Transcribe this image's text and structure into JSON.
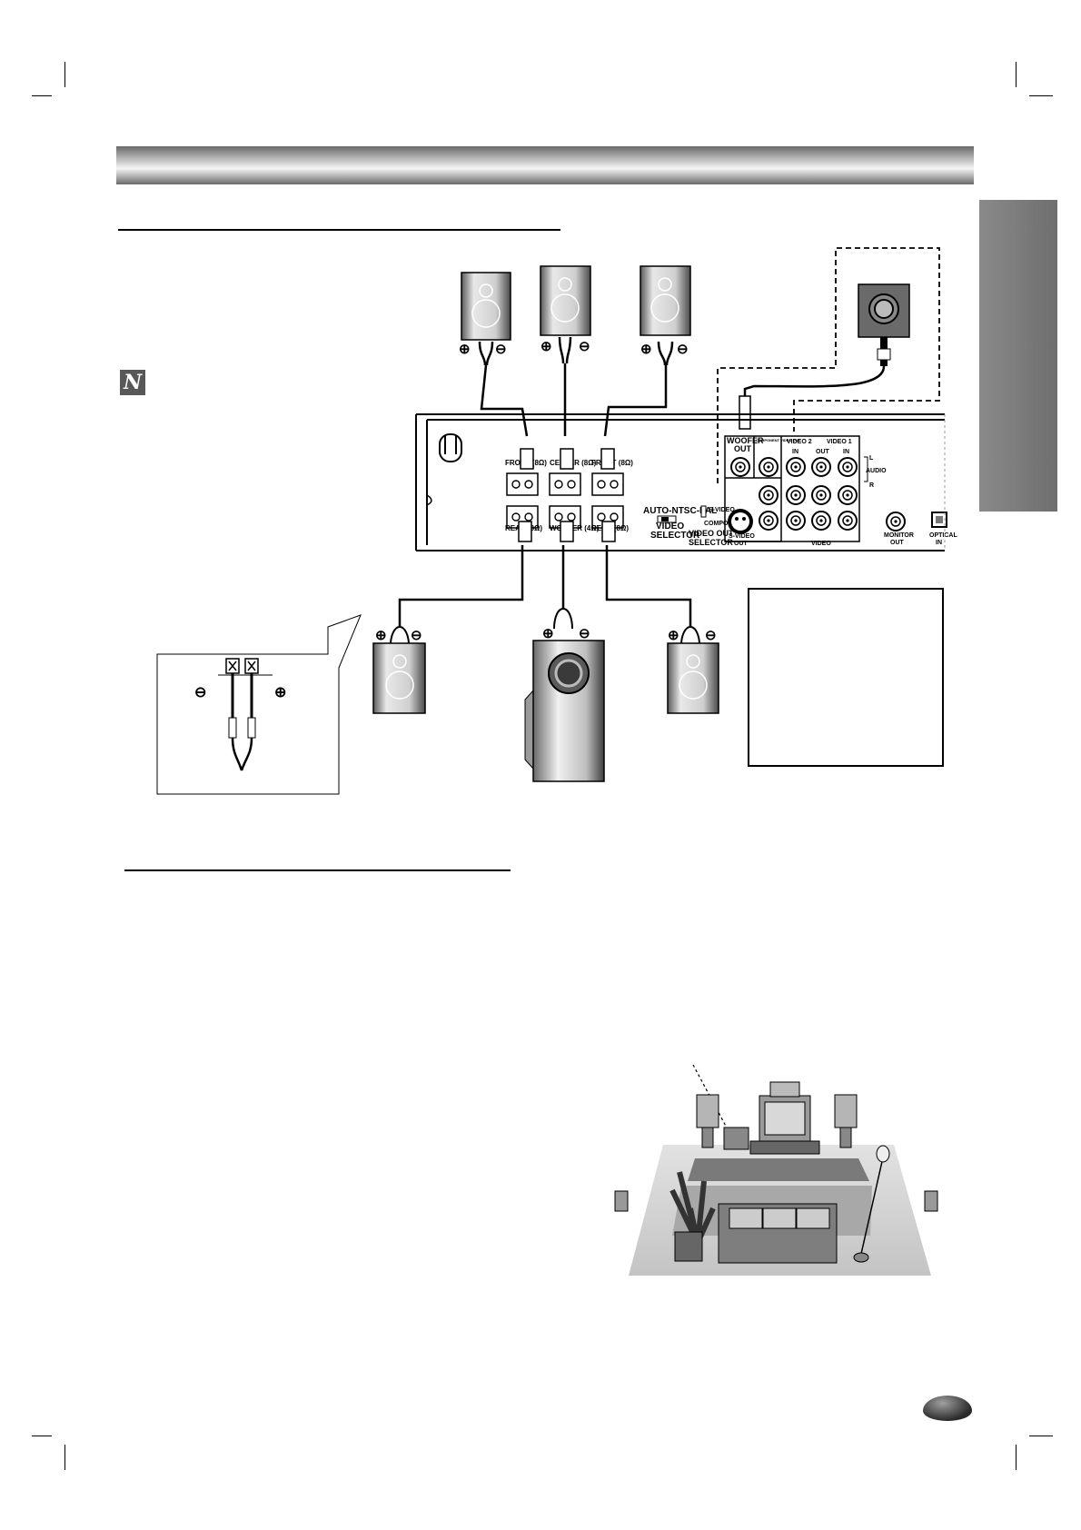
{
  "receiver_labels": {
    "front_left": "FRONT (8Ω)",
    "center": "CENTER (8Ω)",
    "front_right": "FRONT (8Ω)",
    "rear_left": "REAR (8Ω)",
    "woofer": "WOOFER (4Ω)",
    "rear_right": "REAR (8Ω)",
    "video_mode": "AUTO-NTSC-PAL",
    "video_selector_1": "VIDEO",
    "video_selector_2": "SELECTOR",
    "svideo_opt": "S-VIDEO",
    "component_opt": "COMPONENT",
    "video_out_selector_1": "VIDEO OUT",
    "video_out_selector_2": "SELECTOR",
    "woofer_out_1": "WOOFER",
    "woofer_out_2": "OUT",
    "component_video_out": "COMPONENT VIDEO OUT",
    "video2": "VIDEO 2",
    "video1": "VIDEO 1",
    "in_a": "IN",
    "out": "OUT",
    "in_b": "IN",
    "audio": "AUDIO",
    "audio_l": "L",
    "audio_r": "R",
    "svideo_out_1": "S-VIDEO",
    "svideo_out_2": "OUT",
    "video_label": "VIDEO",
    "monitor_out_1": "MONITOR",
    "monitor_out_2": "OUT",
    "optical_in_1": "OPTICAL",
    "optical_in_2": "IN"
  },
  "polarity": {
    "plus": "⊕",
    "minus": "⊖"
  },
  "note_icon": "N",
  "icons": [
    "note-icon",
    "speaker-icon",
    "subwoofer-icon",
    "receiver-icon",
    "room-layout-icon",
    "page-badge-icon"
  ]
}
